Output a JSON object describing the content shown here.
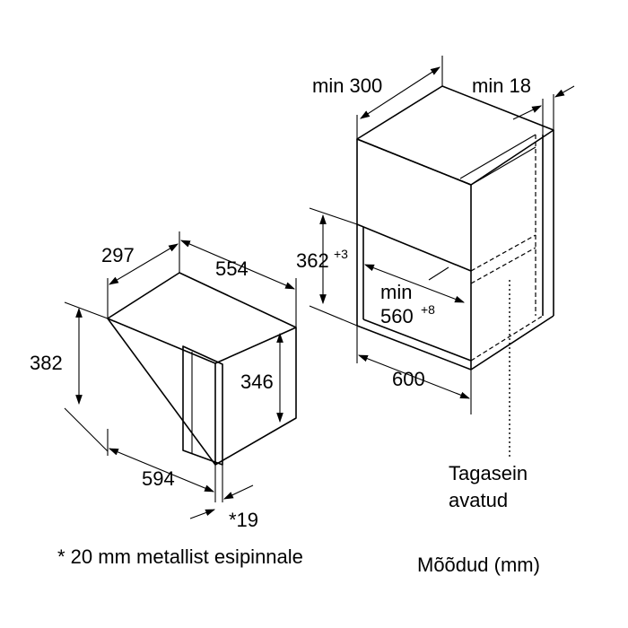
{
  "dimensions": {
    "oven_depth": "297",
    "oven_width": "554",
    "oven_height": "382",
    "oven_inner_height": "346",
    "oven_front_width": "594",
    "oven_front_offset": "*19",
    "cabinet_depth_min": "min 300",
    "cabinet_back_min": "min 18",
    "niche_height": "362",
    "niche_height_tol": "+3",
    "niche_width_min_label": "min",
    "niche_width_min": "560",
    "niche_width_tol": "+8",
    "cabinet_width": "600"
  },
  "notes": {
    "rear_wall_line1": "Tagasein",
    "rear_wall_line2": "avatud",
    "footnote": "* 20 mm metallist esipinnale",
    "units": "Mõõdud (mm)"
  }
}
